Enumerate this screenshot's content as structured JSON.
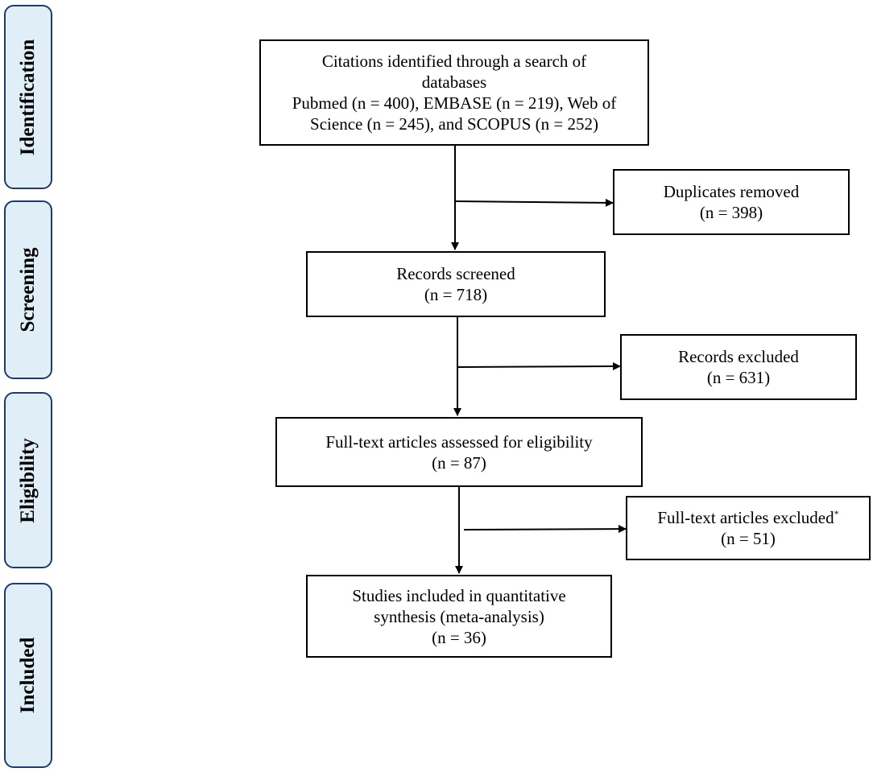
{
  "stages": [
    {
      "label": "Identification"
    },
    {
      "label": "Screening"
    },
    {
      "label": "Eligibility"
    },
    {
      "label": "Included"
    }
  ],
  "boxes": {
    "identified": {
      "lines": [
        "Citations identified through a search of",
        "databases",
        "Pubmed (n = 400), EMBASE (n = 219), Web of",
        "Science (n = 245), and SCOPUS (n = 252)"
      ]
    },
    "duplicates": {
      "lines": [
        "Duplicates removed",
        "(n = 398)"
      ]
    },
    "screened": {
      "lines": [
        "Records screened",
        "(n = 718)"
      ]
    },
    "excluded_records": {
      "lines": [
        "Records excluded",
        "(n = 631)"
      ]
    },
    "fulltext": {
      "lines": [
        "Full-text articles assessed for eligibility",
        "(n = 87)"
      ]
    },
    "fulltext_excluded": {
      "lines": [
        "Full-text articles excluded",
        "(n = 51)"
      ],
      "footnote_mark": "*"
    },
    "included": {
      "lines": [
        "Studies included in quantitative",
        "synthesis (meta-analysis)",
        "(n = 36)"
      ]
    }
  },
  "colors": {
    "stage_fill": "#e0eef7",
    "stage_border": "#1f3b66",
    "line": "#000000"
  }
}
